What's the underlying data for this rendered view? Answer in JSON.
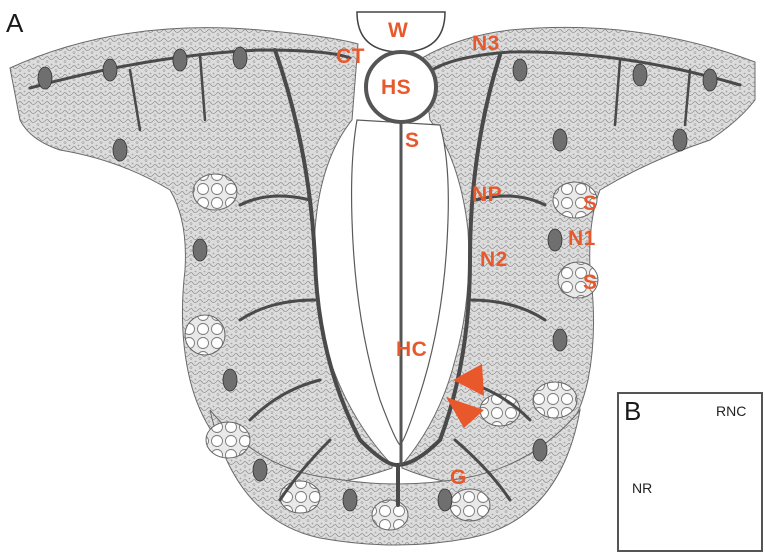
{
  "panel_a": {
    "letter": "A",
    "labels": {
      "w": "W",
      "ct": "CT",
      "hs": "HS",
      "n3": "N3",
      "s_top": "S",
      "np": "NP",
      "s_right_upper": "S",
      "n1": "N1",
      "n2": "N2",
      "s_right_lower": "S",
      "hc": "HC",
      "g": "G"
    }
  },
  "panel_b": {
    "letter": "B",
    "labels": {
      "rnc": "RNC",
      "nr": "NR"
    }
  },
  "colors": {
    "label_orange": "#e8582a",
    "tissue_fill": "#d9d9d9",
    "stroke_dark": "#4a4a4a",
    "inset_outline_red": "#d83a3a"
  }
}
